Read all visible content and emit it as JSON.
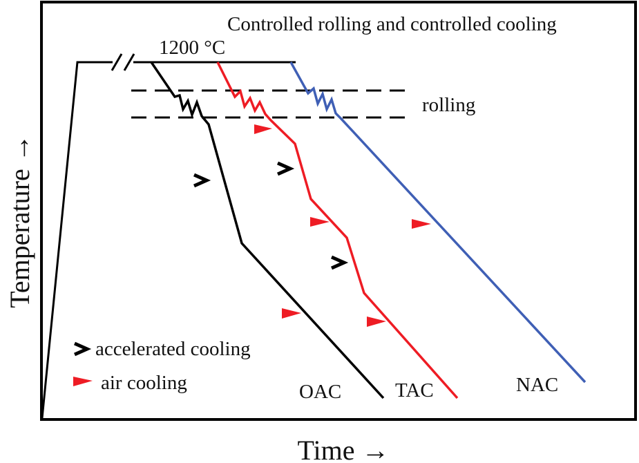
{
  "title": "Controlled rolling and controlled cooling",
  "temperature_label": "1200 °C",
  "rolling_label": "rolling",
  "y_axis_label": "Temperature →",
  "x_axis_label": "Time →",
  "legend": {
    "accelerated": "accelerated cooling",
    "air": "air cooling"
  },
  "curves": {
    "oac": "OAC",
    "tac": "TAC",
    "nac": "NAC"
  },
  "colors": {
    "black": "#000000",
    "red": "#ee1c24",
    "blue": "#3f5fb5"
  }
}
